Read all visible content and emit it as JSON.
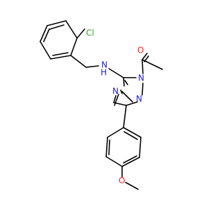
{
  "molecule": {
    "labels": {
      "chlorine": "Cl",
      "amine": "N",
      "amine_h": "H",
      "ketone_oxygen": "O",
      "ring_n1": "N",
      "ring_n2": "N",
      "ring_n4": "N",
      "ether_oxygen": "O"
    },
    "colors": {
      "bond": "#000000",
      "chlorine": "#33a02c",
      "nitrogen": "#2020e0",
      "oxygen": "#ff2020"
    }
  }
}
